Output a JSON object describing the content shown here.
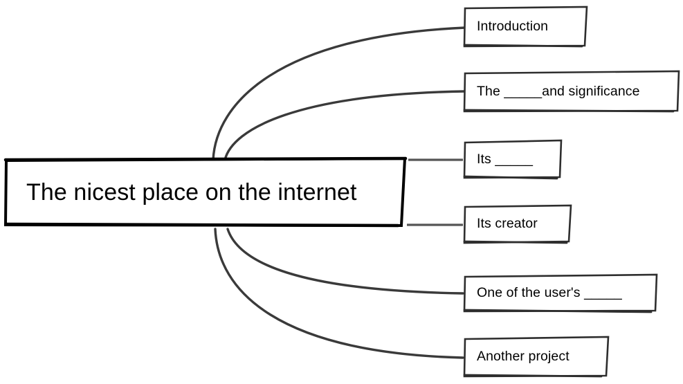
{
  "diagram": {
    "type": "mind-map",
    "style": "hand-drawn",
    "background_color": "#ffffff",
    "central_node": {
      "label": "The nicest place on the internet",
      "stroke_color": "#000000",
      "text_color": "#000000"
    },
    "branches": [
      {
        "label": "Introduction",
        "connector": "curve",
        "connector_color": "#3a3a3a",
        "stroke_color": "#2e2e2e"
      },
      {
        "label": "The _____and significance",
        "connector": "curve",
        "connector_color": "#3a3a3a",
        "stroke_color": "#2e2e2e"
      },
      {
        "label": "Its _____",
        "connector": "straight",
        "connector_color": "#555555",
        "stroke_color": "#2e2e2e"
      },
      {
        "label": "Its creator",
        "connector": "straight",
        "connector_color": "#555555",
        "stroke_color": "#2e2e2e"
      },
      {
        "label": "One of the user's _____",
        "connector": "curve",
        "connector_color": "#3a3a3a",
        "stroke_color": "#2e2e2e"
      },
      {
        "label": "Another project",
        "connector": "curve",
        "connector_color": "#3a3a3a",
        "stroke_color": "#2e2e2e"
      }
    ]
  }
}
